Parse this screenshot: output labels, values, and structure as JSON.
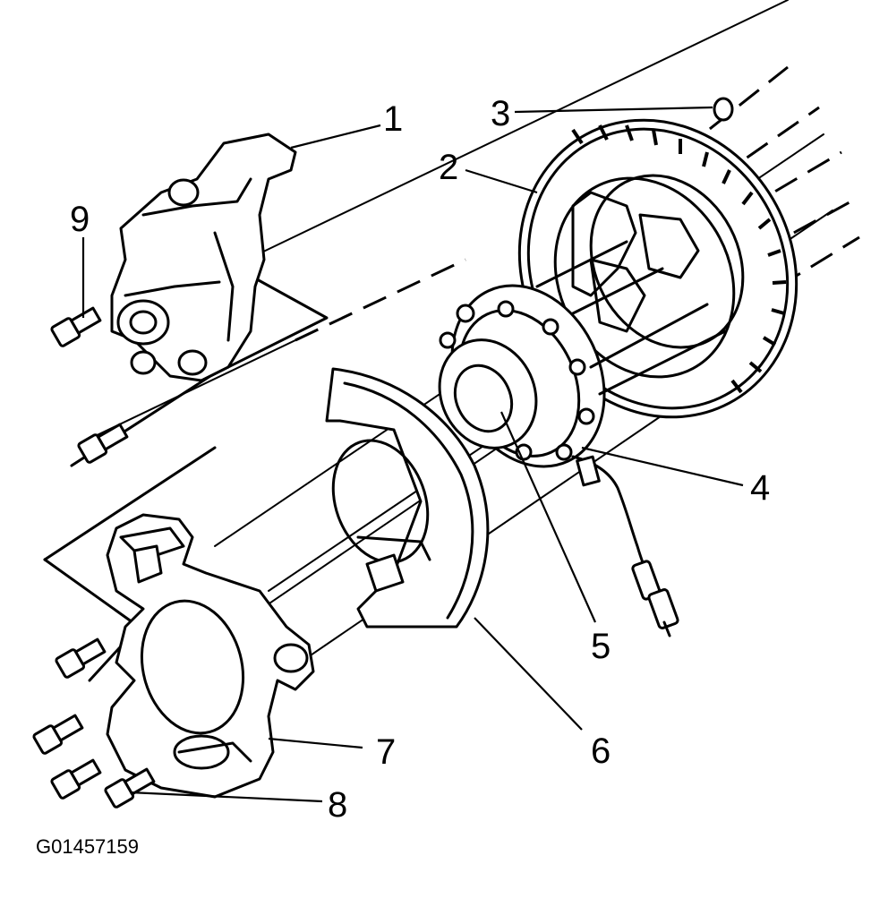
{
  "figure_id": "G01457159",
  "callouts": [
    {
      "id": "1",
      "label": "1"
    },
    {
      "id": "2",
      "label": "2"
    },
    {
      "id": "3",
      "label": "3"
    },
    {
      "id": "4",
      "label": "4"
    },
    {
      "id": "5",
      "label": "5"
    },
    {
      "id": "6",
      "label": "6"
    },
    {
      "id": "7",
      "label": "7"
    },
    {
      "id": "8",
      "label": "8"
    },
    {
      "id": "9",
      "label": "9"
    }
  ]
}
